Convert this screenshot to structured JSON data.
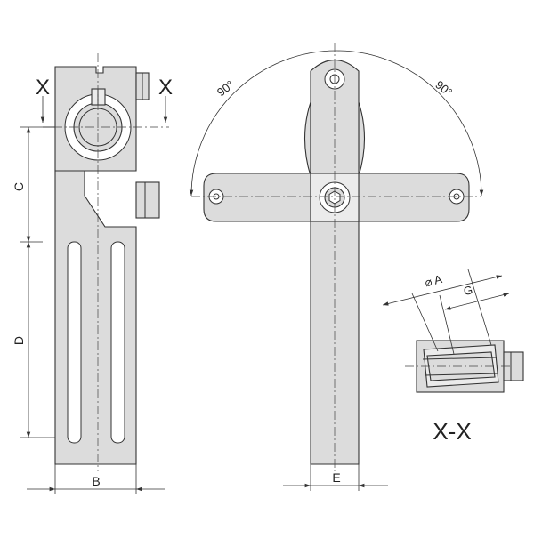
{
  "labels": {
    "section_mark_left": "X",
    "section_mark_right": "X",
    "dim_c": "C",
    "dim_d": "D",
    "dim_b": "B",
    "dim_e": "E",
    "angle_left": "90°",
    "angle_right": "90°",
    "dim_a": "⌀ A",
    "dim_g": "G",
    "section_title": "X-X"
  },
  "colors": {
    "part_fill": "#dcdcdc",
    "line": "#333333",
    "background": "#ffffff"
  }
}
